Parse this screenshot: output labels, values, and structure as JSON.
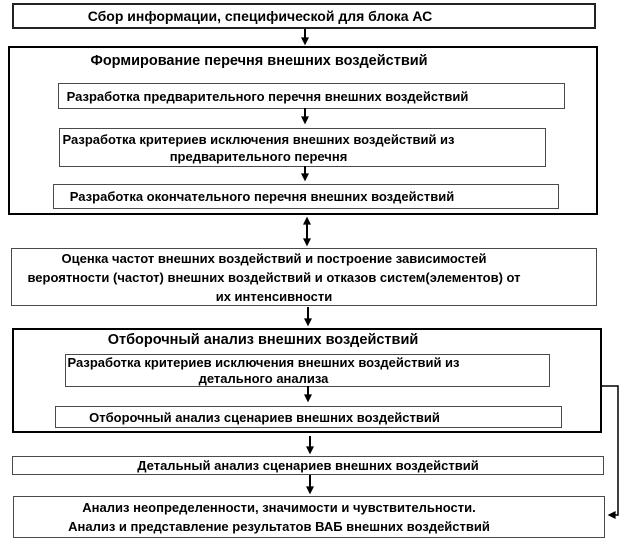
{
  "flowchart": {
    "collect": {
      "text": "Сбор информации, специфической для блока АС"
    },
    "formation": {
      "title": "Формирование перечня внешних воздействий",
      "preliminary": {
        "lines": [
          "Разработка предварительного перечня внешних воздействий"
        ]
      },
      "exclusion": {
        "lines": [
          "Разработка критериев исключения внешних воздействий из",
          "предварительного перечня"
        ]
      },
      "final": {
        "lines": [
          "Разработка окончательного перечня внешних воздействий"
        ]
      }
    },
    "frequency": {
      "lines": [
        "Оценка частот внешних воздействий и построение зависимостей",
        "вероятности (частот) внешних воздействий и отказов систем(элементов) от",
        "их интенсивности"
      ]
    },
    "screening": {
      "title": "Отборочный анализ внешних воздействий",
      "exclusion": {
        "lines": [
          "Разработка критериев исключения внешних воздействий из",
          "детального анализа"
        ]
      },
      "analysis": {
        "lines": [
          "Отборочный анализ сценариев внешних воздействий"
        ]
      }
    },
    "detailed": {
      "lines": [
        "Детальный анализ сценариев внешних воздействий"
      ]
    },
    "results": {
      "lines": [
        "Анализ неопределенности, значимости и чувствительности.",
        "Анализ и представление результатов ВАБ внешних воздействий"
      ]
    },
    "colors": {
      "line": "#000000",
      "border_thick": "#000000",
      "border_thin": "#4a4a4a",
      "text": "#000000",
      "background": "#ffffff"
    }
  }
}
